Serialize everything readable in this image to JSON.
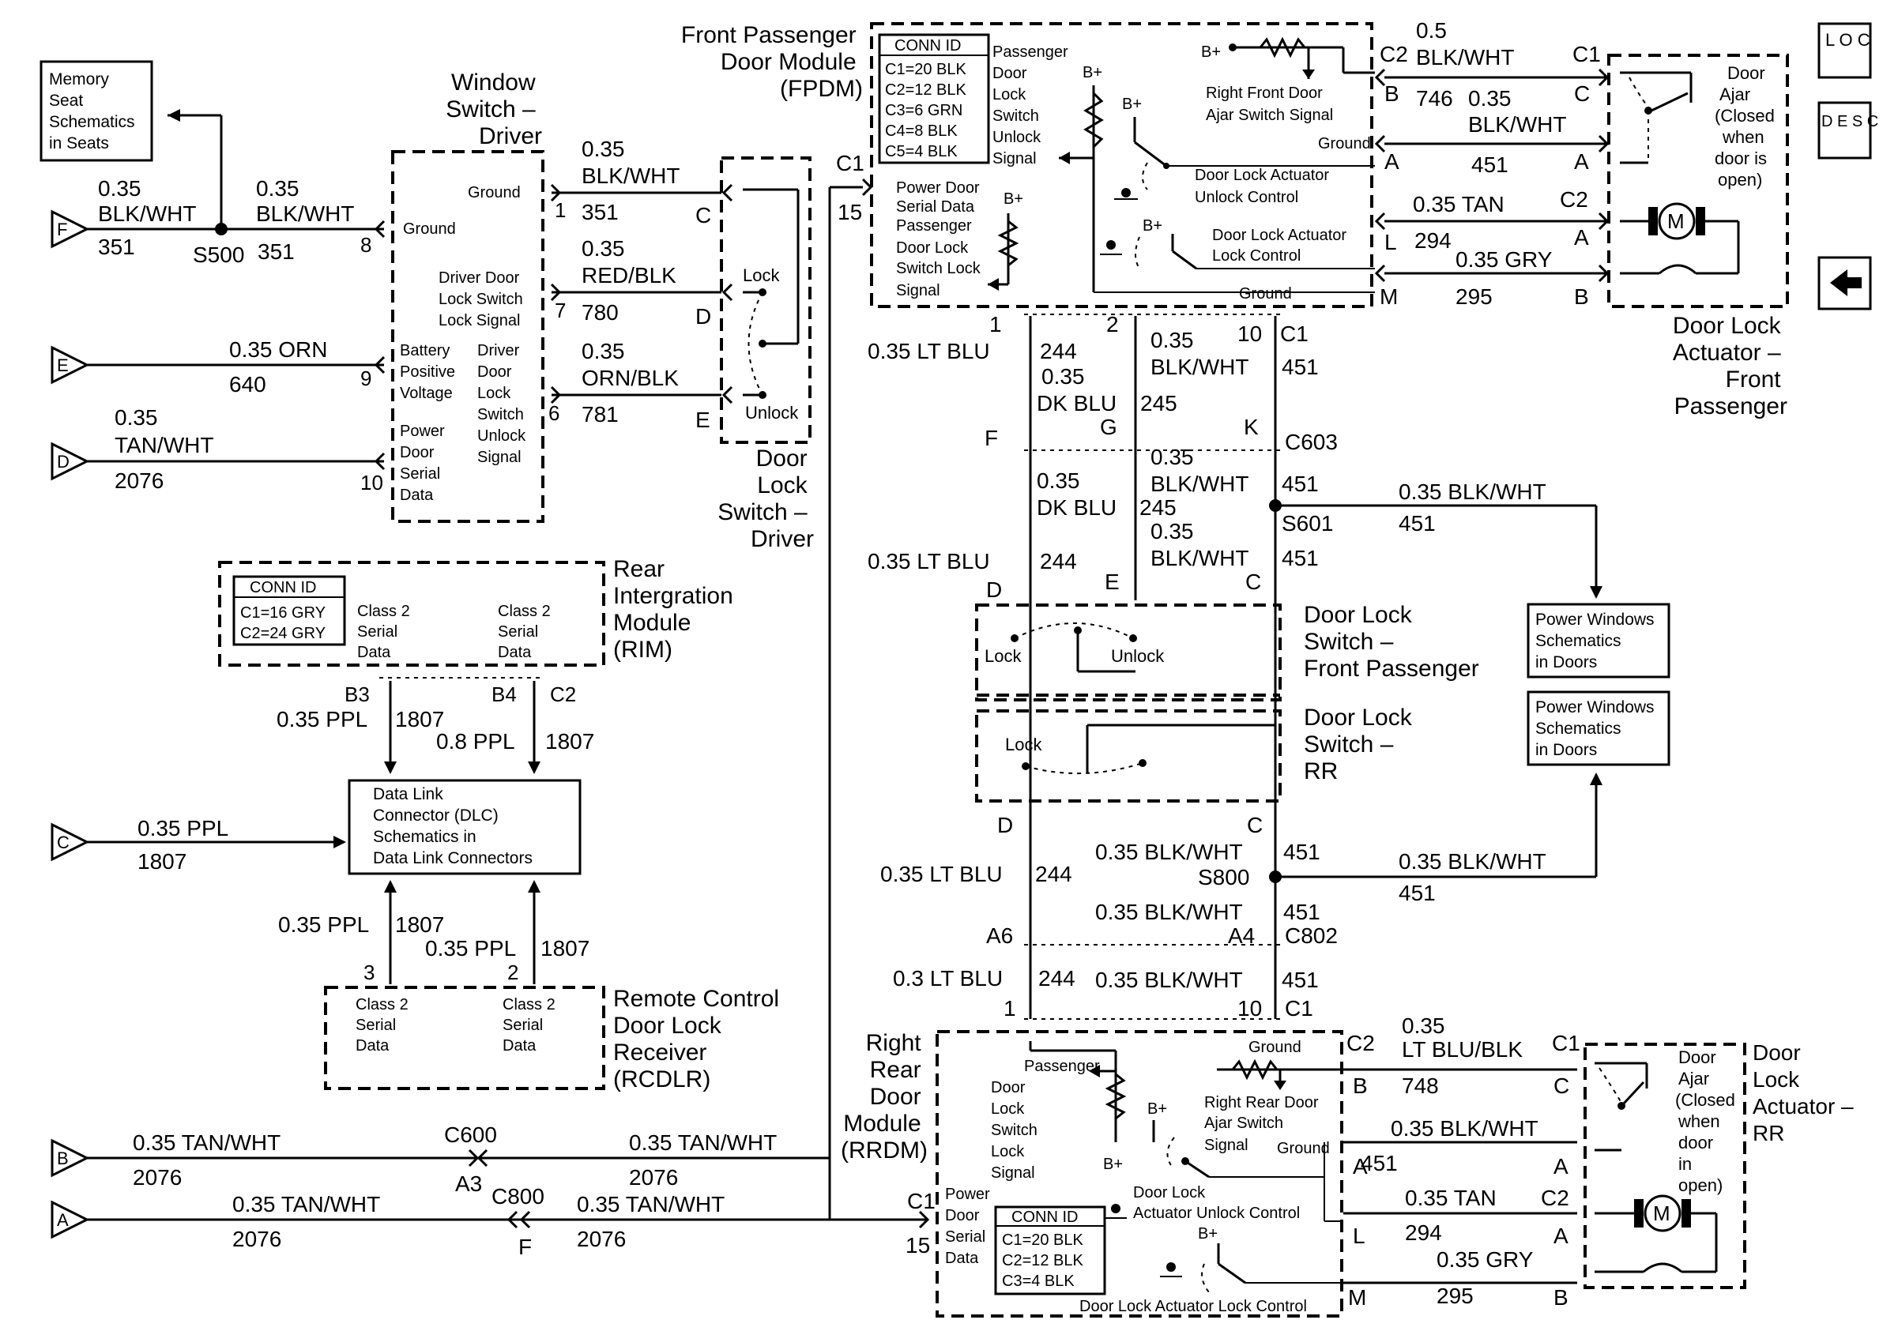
{
  "nav": {
    "loc_icon": "L O C",
    "desc_icon": "D E S C",
    "back_icon": "back-arrow"
  },
  "refs": {
    "memory_seat": [
      "Memory",
      "Seat",
      "Schematics",
      "in Seats"
    ],
    "dlc": [
      "Data Link",
      "Connector (DLC)",
      "Schematics in",
      "Data Link Connectors"
    ],
    "pw1": [
      "Power Windows",
      "Schematics",
      "in Doors"
    ],
    "pw2": [
      "Power Windows",
      "Schematics",
      "in Doors"
    ]
  },
  "offpage": [
    "F",
    "E",
    "D",
    "C",
    "B",
    "A"
  ],
  "window_switch": {
    "title": [
      "Window",
      "Switch –",
      "Driver"
    ],
    "labels": [
      "Ground",
      "Ground",
      "Driver Door",
      "Lock Switch",
      "Lock Signal",
      "Battery",
      "Positive",
      "Voltage",
      "Driver",
      "Door",
      "Lock",
      "Switch",
      "Unlock",
      "Signal",
      "Power",
      "Door",
      "Serial",
      "Data"
    ],
    "pins": [
      "8",
      "1",
      "7",
      "9",
      "6",
      "10"
    ]
  },
  "dls": {
    "title": [
      "Door",
      "Lock",
      "Switch –",
      "Driver"
    ],
    "lock": "Lock",
    "unlock": "Unlock",
    "pins": [
      "C",
      "D",
      "E"
    ]
  },
  "fpdm": {
    "title": [
      "Front Passenger",
      "Door Module",
      "(FPDM)"
    ],
    "conn": [
      "CONN ID",
      "C1=20 BLK",
      "C2=12 BLK",
      "C3=6 GRN",
      "C4=8 BLK",
      "C5=4 BLK"
    ],
    "labels": [
      "Passenger",
      "Door",
      "Lock",
      "Switch",
      "Unlock",
      "Signal",
      "Power Door",
      "Serial Data",
      "Passenger",
      "Door Lock",
      "Switch Lock",
      "Signal",
      "Right Front Door",
      "Ajar Switch Signal",
      "Ground",
      "Door Lock Actuator",
      "Unlock Control",
      "Door Lock Actuator",
      "Lock Control",
      "Ground",
      "B+",
      "B+",
      "B+",
      "B+",
      "B+"
    ],
    "pins": [
      "C1",
      "15",
      "1",
      "2",
      "10",
      "C1",
      "C2",
      "B",
      "A",
      "L",
      "M"
    ]
  },
  "fp_actuator": {
    "title": [
      "Door Lock",
      "Actuator –",
      "Front",
      "Passenger"
    ],
    "ajar": [
      "Door",
      "Ajar",
      "(Closed",
      "when",
      "door is",
      "open)"
    ],
    "pins": [
      "C1",
      "C",
      "A",
      "C2",
      "A",
      "B"
    ],
    "motor": "M"
  },
  "rim": {
    "title": [
      "Rear",
      "Intergration",
      "Module",
      "(RIM)"
    ],
    "conn": [
      "CONN ID",
      "C1=16 GRY",
      "C2=24 GRY"
    ],
    "labels": [
      "Class 2",
      "Serial",
      "Data",
      "Class 2",
      "Serial",
      "Data"
    ],
    "pins": [
      "B3",
      "B4",
      "C2"
    ]
  },
  "rcdlr": {
    "title": [
      "Remote Control",
      "Door Lock",
      "Receiver",
      "(RCDLR)"
    ],
    "labels": [
      "Class 2",
      "Serial",
      "Data",
      "Class 2",
      "Serial",
      "Data"
    ],
    "pins": [
      "3",
      "2"
    ]
  },
  "dls_fp": {
    "title": [
      "Door Lock",
      "Switch –",
      "Front Passenger"
    ],
    "lock": "Lock",
    "unlock": "Unlock"
  },
  "dls_rr": {
    "title": [
      "Door Lock",
      "Switch –",
      "RR"
    ],
    "lock": "Lock"
  },
  "rrdm": {
    "title": [
      "Right",
      "Rear",
      "Door",
      "Module",
      "(RRDM)"
    ],
    "conn": [
      "CONN ID",
      "C1=20 BLK",
      "C2=12 BLK",
      "C3=4 BLK"
    ],
    "labels": [
      "Passenger",
      "Door",
      "Lock",
      "Switch",
      "Lock",
      "Signal",
      "Power",
      "Door",
      "Serial",
      "Data",
      "Ground",
      "Right Rear Door",
      "Ajar Switch",
      "Signal",
      "Ground",
      "Door Lock",
      "Actuator Unlock Control",
      "Door Lock Actuator Lock Control",
      "B+",
      "B+",
      "B+"
    ],
    "pins": [
      "C1",
      "15",
      "C2",
      "B",
      "A",
      "L",
      "M"
    ]
  },
  "rr_actuator": {
    "title": [
      "Door",
      "Lock",
      "Actuator –",
      "RR"
    ],
    "ajar": [
      "Door",
      "Ajar",
      "(Closed",
      "when",
      "door",
      "in",
      "open)"
    ],
    "pins": [
      "C1",
      "C",
      "A",
      "C2",
      "A",
      "B"
    ],
    "motor": "M"
  },
  "wires": [
    "0.35",
    "BLK/WHT",
    "351",
    "0.35",
    "BLK/WHT",
    "351",
    "S500",
    "0.35 ORN",
    "640",
    "0.35",
    "TAN/WHT",
    "2076",
    "0.35",
    "BLK/WHT",
    "351",
    "0.35",
    "RED/BLK",
    "780",
    "0.35",
    "ORN/BLK",
    "781",
    "0.5",
    "BLK/WHT",
    "746",
    "0.35",
    "BLK/WHT",
    "451",
    "0.35 TAN",
    "294",
    "0.35 GRY",
    "295",
    "0.35 LT BLU",
    "244",
    "0.35",
    "DK BLU",
    "245",
    "0.35",
    "BLK/WHT",
    "451",
    "F",
    "G",
    "K",
    "C603",
    "0.35",
    "DK BLU",
    "245",
    "0.35",
    "BLK/WHT",
    "451",
    "S601",
    "0.35 BLK/WHT",
    "451",
    "0.35 LT BLU",
    "244",
    "0.35",
    "BLK/WHT",
    "451",
    "D",
    "E",
    "C",
    "D",
    "C",
    "0.35 LT BLU",
    "244",
    "0.35 BLK/WHT",
    "451",
    "S800",
    "0.35 BLK/WHT",
    "451",
    "0.35 BLK/WHT",
    "451",
    "A6",
    "A4",
    "C802",
    "0.3 LT BLU",
    "244",
    "0.35 BLK/WHT",
    "451",
    "1",
    "10",
    "C1",
    "0.35 PPL",
    "1807",
    "0.8 PPL",
    "1807",
    "0.35 PPL",
    "1807",
    "0.35 PPL",
    "1807",
    "0.35 PPL",
    "1807",
    "0.35 TAN/WHT",
    "2076",
    "C600",
    "A3",
    "0.35 TAN/WHT",
    "2076",
    "0.35 TAN/WHT",
    "2076",
    "C800",
    "F",
    "0.35 TAN/WHT",
    "2076",
    "0.35",
    "LT BLU/BLK",
    "748",
    "0.35 BLK/WHT",
    "451",
    "0.35 TAN",
    "294",
    "0.35 GRY",
    "295"
  ]
}
